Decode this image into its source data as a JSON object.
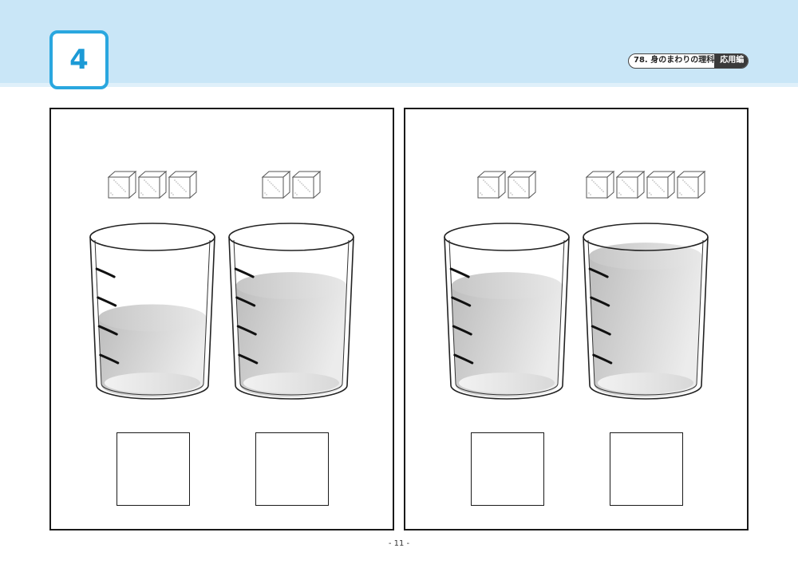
{
  "header": {
    "question_number": "4",
    "lesson_title": "78. 身のまわりの理科",
    "lesson_level": "応用編"
  },
  "accent_color": "#2aa7df",
  "panels": [
    {
      "beakers": [
        {
          "cubes": 3,
          "water_level": 0.42
        },
        {
          "cubes": 2,
          "water_level": 0.66
        }
      ]
    },
    {
      "beakers": [
        {
          "cubes": 2,
          "water_level": 0.66
        },
        {
          "cubes": 4,
          "water_level": 0.88
        }
      ]
    }
  ],
  "footer": {
    "page_number": "- 11 -"
  }
}
